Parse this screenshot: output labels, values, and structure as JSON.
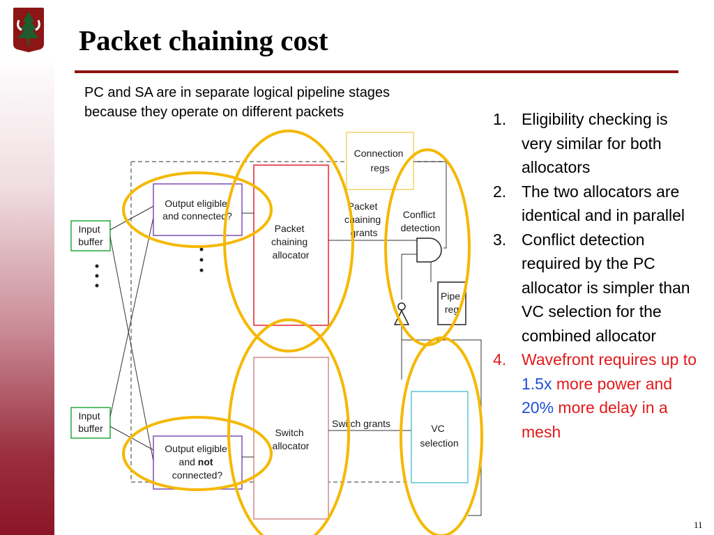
{
  "slide": {
    "title": "Packet chaining cost",
    "subtitle_lines": [
      "PC and SA are in separate logical pipeline stages",
      "because they operate on different packets"
    ],
    "page_number": "11"
  },
  "list": [
    {
      "num": "1.",
      "text": "Eligibility checking is very similar for both allocators"
    },
    {
      "num": "2.",
      "text": "The two allocators are identical and in parallel"
    },
    {
      "num": "3.",
      "text": "Conflict detection required by the PC allocator is simpler than VC selection for the combined allocator"
    },
    {
      "num": "4.",
      "parts": [
        "Wavefront requires up to ",
        "1.5x",
        " more power and ",
        "20%",
        " more delay in a mesh"
      ]
    }
  ],
  "diagram": {
    "input_buffer_top": [
      "Input",
      "buffer"
    ],
    "input_buffer_bottom": [
      "Input",
      "buffer"
    ],
    "output_eligible_connected": [
      "Output eligible",
      "and connected?"
    ],
    "output_eligible_not_connected": [
      "Output eligible",
      "and ",
      "not",
      "connected?"
    ],
    "packet_chaining_allocator": [
      "Packet",
      "chaining",
      "allocator"
    ],
    "switch_allocator": [
      "Switch",
      "allocator"
    ],
    "connection_regs": [
      "Connection",
      "regs"
    ],
    "packet_chaining_grants": [
      "Packet",
      "chaining",
      "grants"
    ],
    "conflict_detection": [
      "Conflict",
      "detection"
    ],
    "pipe_reg": [
      "Pipe",
      "reg"
    ],
    "switch_grants": "Switch grants",
    "vc_selection": [
      "VC",
      "selection"
    ]
  },
  "colors": {
    "brand": "#8c1515",
    "highlight_ellipse": "#f5b800",
    "pc_allocator_border": "#e0232b",
    "switch_allocator_border": "#d18a8a",
    "input_buffer_border": "#22a83a",
    "output_eligible_border": "#7b4fb3",
    "connection_regs_border": "#f2d36a",
    "vc_selection_border": "#5bc3d6",
    "emphasis_red": "#e21a1a",
    "emphasis_blue": "#1f4fd6"
  }
}
